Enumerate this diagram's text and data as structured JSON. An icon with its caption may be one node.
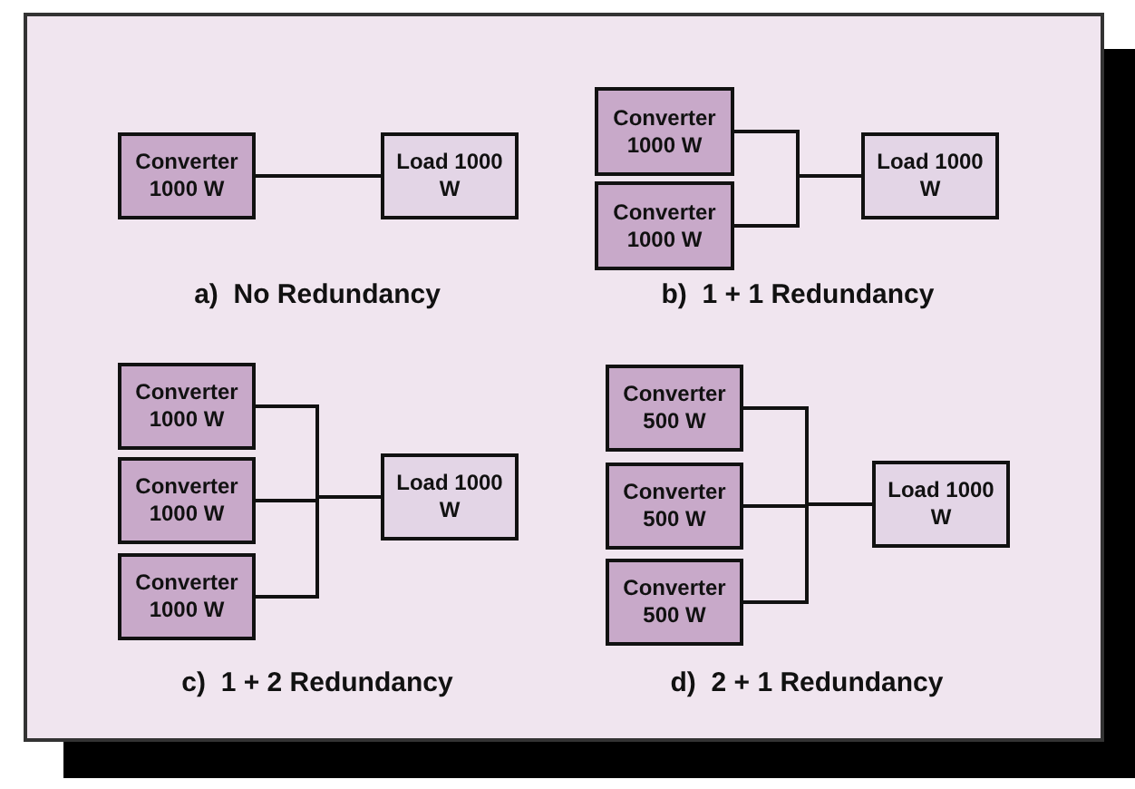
{
  "diagram": {
    "nodes": [
      {
        "text": [
          "Converter 1000 W"
        ]
      },
      {
        "text": [
          "Load 1000 W"
        ]
      },
      {
        "text": [
          "Converter 1000 W"
        ]
      },
      {
        "text": [
          "Converter 1000 W"
        ]
      },
      {
        "text": [
          "Load 1000 W"
        ]
      },
      {
        "text": [
          "Converter 1000 W"
        ]
      },
      {
        "text": [
          "Converter 1000 W"
        ]
      },
      {
        "text": [
          "Converter 1000 W"
        ]
      },
      {
        "text": [
          "Load 1000 W"
        ]
      },
      {
        "text": [
          "Converter 500 W"
        ]
      },
      {
        "text": [
          "Converter 500 W"
        ]
      },
      {
        "text": [
          "Converter 500 W"
        ]
      },
      {
        "text": [
          "Load 1000 W"
        ]
      }
    ],
    "edges": [
      {
        "from": 0,
        "to": 1,
        "arrow": "none"
      },
      {
        "from": 2,
        "to": 4,
        "arrow": "none"
      },
      {
        "from": 3,
        "to": 4,
        "arrow": "none"
      },
      {
        "from": 5,
        "to": 8,
        "arrow": "none"
      },
      {
        "from": 6,
        "to": 8,
        "arrow": "none"
      },
      {
        "from": 7,
        "to": 8,
        "arrow": "none"
      },
      {
        "from": 9,
        "to": 12,
        "arrow": "none"
      },
      {
        "from": 10,
        "to": 12,
        "arrow": "none"
      },
      {
        "from": 11,
        "to": 12,
        "arrow": "none"
      }
    ],
    "labels": [
      "a)  No Redundancy",
      "b)  1 + 1 Redundancy",
      "c)  1 + 2 Redundancy",
      "d)  2 + 1 Redundancy"
    ]
  }
}
